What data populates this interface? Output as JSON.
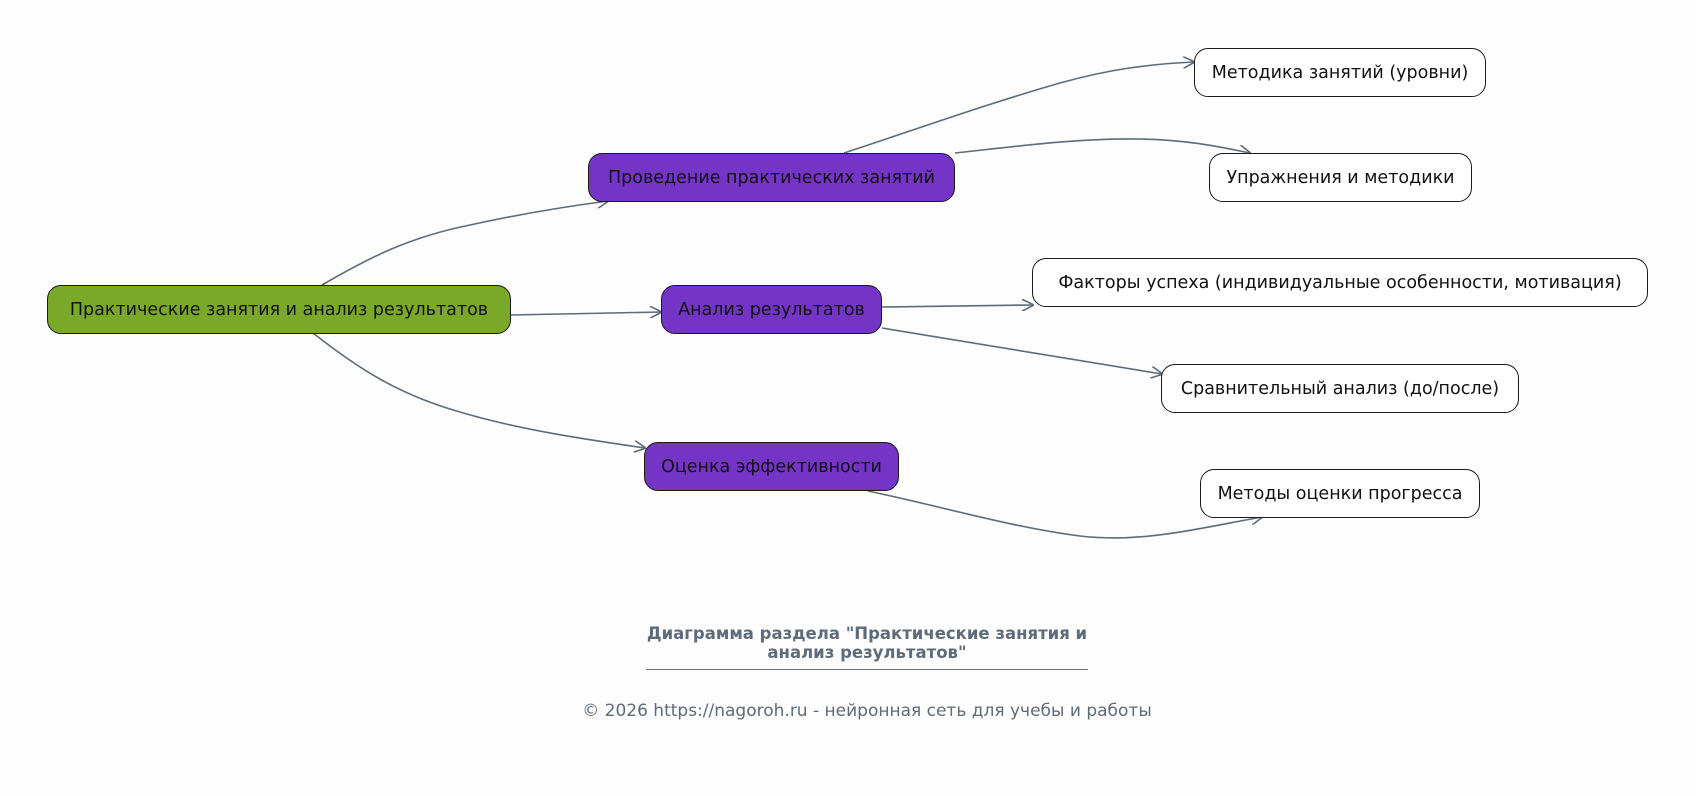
{
  "diagram": {
    "root": {
      "label": "Практические занятия и анализ результатов",
      "color": "#7aa92a"
    },
    "branches": [
      {
        "label": "Проведение практических занятий",
        "color": "#7434c6",
        "children": [
          "Методика занятий (уровни)",
          "Упражнения и методики"
        ]
      },
      {
        "label": "Анализ результатов",
        "color": "#7434c6",
        "children": [
          "Факторы успеха (индивидуальные особенности, мотивация)",
          "Сравнительный анализ (до/после)"
        ]
      },
      {
        "label": "Оценка эффективности",
        "color": "#7434c6",
        "children": [
          "Методы оценки прогресса"
        ]
      }
    ],
    "edge_color": "#5d6b7a"
  },
  "caption": {
    "title_line1": "Диаграмма раздела \"Практические занятия и",
    "title_line2": "анализ результатов\"",
    "copyright": "© 2026 https://nagoroh.ru - нейронная сеть для учебы и работы"
  }
}
